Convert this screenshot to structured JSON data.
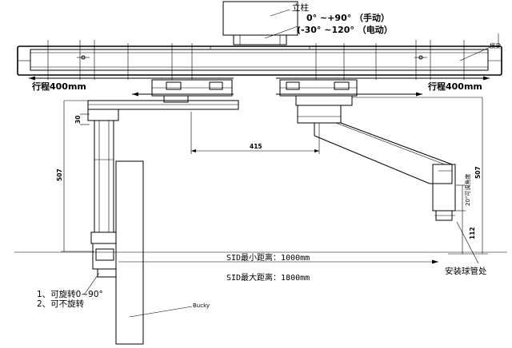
{
  "labels": {
    "column": "立柱",
    "rotation_manual": "0° ~+90° （手动）",
    "rotation_electric": "(-30° ~120° （电动）",
    "rail": "横梁",
    "travel_left": "行程400mm",
    "travel_right": "行程400mm",
    "sid_min": "SID最小距离：1000mm",
    "sid_max": "SID最大距离：1800mm",
    "tube_mount": "安装球管处",
    "rotate_note_1": "1、可旋转0~90°",
    "rotate_note_2": "2、可不旋转",
    "bucky": "Bucky",
    "arm_label": "20°可调角度"
  },
  "dimensions": {
    "horizontal_offset": "415",
    "vertical_left": "507",
    "vertical_right": "507",
    "small_left": "30",
    "small_right": "112"
  }
}
